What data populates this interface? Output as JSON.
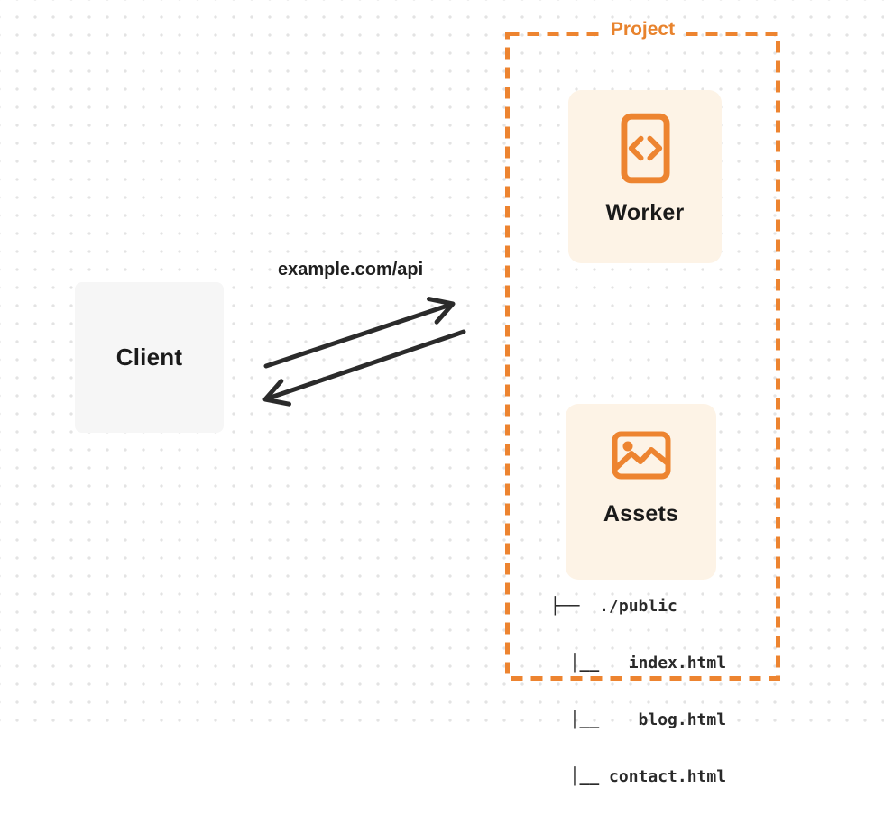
{
  "diagram": {
    "client": {
      "label": "Client"
    },
    "request": {
      "label": "example.com/api"
    },
    "project": {
      "label": "Project"
    },
    "worker": {
      "label": "Worker",
      "icon": "code-icon"
    },
    "assets": {
      "label": "Assets",
      "icon": "image-icon"
    },
    "file_tree": {
      "lines": [
        "├──  ./public",
        "  │__   index.html",
        "  │__    blog.html",
        "  │__ contact.html"
      ]
    },
    "colors": {
      "accent_orange": "#ed8430",
      "label_orange": "#e8832d",
      "card_background": "#fdf3e6",
      "client_background": "#f6f6f6",
      "arrow_dark": "#2b2b2b",
      "text_dark": "#1a1a1a",
      "dot_grid": "#e3e3e3"
    }
  }
}
